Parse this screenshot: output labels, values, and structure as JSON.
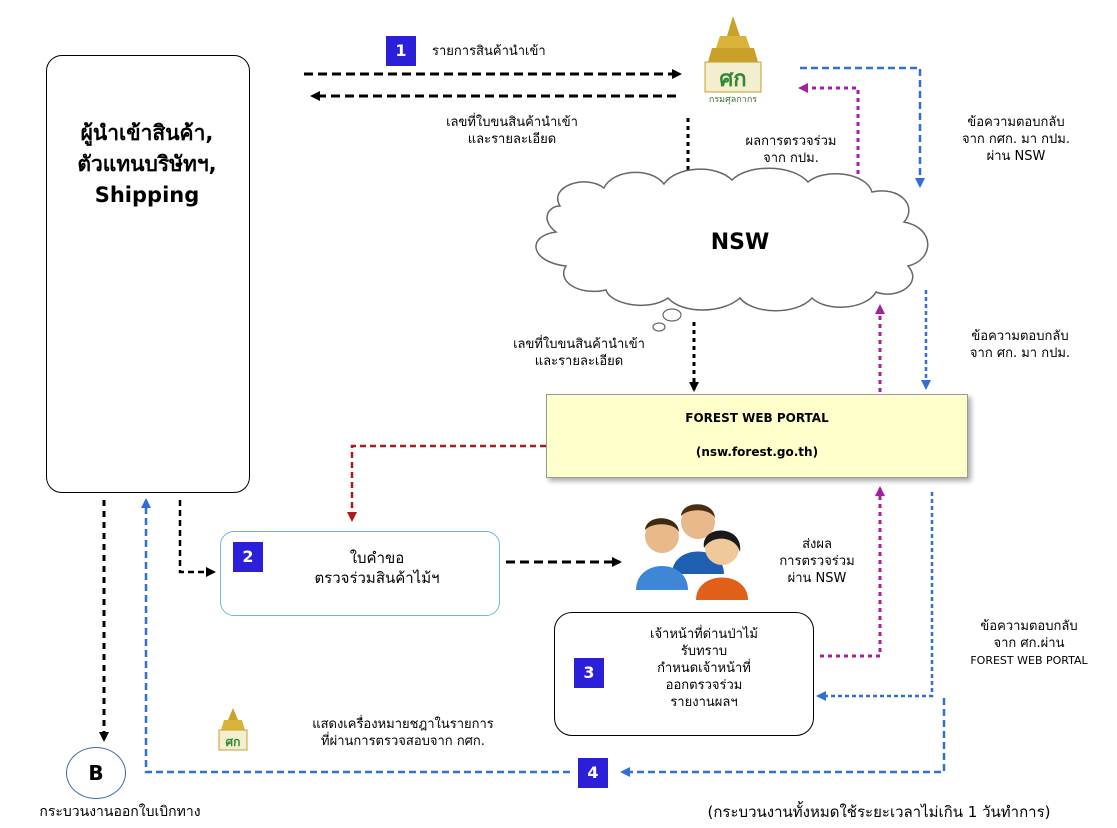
{
  "actor": {
    "title_lines": [
      "ผู้นำเข้าสินค้า,",
      "ตัวแทนบริษัทฯ,",
      "Shipping"
    ]
  },
  "customs": {
    "logo_text": "กรมศุลกากร"
  },
  "nsw": {
    "label": "NSW"
  },
  "portal": {
    "line1": "FOREST WEB PORTAL",
    "line2": "(nsw.forest.go.th)"
  },
  "steps": {
    "s1": {
      "number": "1",
      "label": "รายการสินค้านำเข้า"
    },
    "s2": {
      "number": "2",
      "line1": "ใบคำขอ",
      "line2": "ตรวจร่วมสินค้าไม้ฯ"
    },
    "s3": {
      "number": "3",
      "lines": [
        "เจ้าหน้าที่ด่านป่าไม้",
        "รับทราบ",
        "กำหนดเจ้าหน้าที่",
        "ออกตรวจร่วม",
        "รายงานผลฯ"
      ]
    },
    "s4": {
      "number": "4"
    }
  },
  "labels": {
    "waybill_top": [
      "เลขที่ใบขนสินค้านำเข้า",
      "และรายละเอียด"
    ],
    "joint_result": [
      "ผลการตรวจร่วม",
      "จาก กปม."
    ],
    "reply_customs": [
      "ข้อความตอบกลับ",
      "จาก กศก. มา กปม.",
      "ผ่าน NSW"
    ],
    "waybill_mid": [
      "เลขที่ใบขนสินค้านำเข้า",
      "และรายละเอียด"
    ],
    "reply_forest": [
      "ข้อความตอบกลับ",
      "จาก ศก. มา กปม."
    ],
    "send_result": [
      "ส่งผล",
      "การตรวจร่วม",
      "ผ่าน NSW"
    ],
    "reply_portal": [
      "ข้อความตอบกลับ",
      "จาก ศก.ผ่าน",
      "FOREST WEB PORTAL"
    ],
    "mark_display": [
      "แสดงเครื่องหมายชฎาในรายการ",
      "ที่ผ่านการตรวจสอบจาก กศก."
    ]
  },
  "endpoint": {
    "label": "B",
    "caption": "กระบวนงานออกใบเบิกทาง"
  },
  "footer": {
    "note": "(กระบวนงานทั้งหมดใช้ระยะเวลาไม่เกิน 1 วันทำการ)"
  },
  "colors": {
    "black_arrow": "#000000",
    "blue_arrow": "#2f6fd6",
    "purple_arrow": "#a020a0",
    "red_arrow": "#b01818",
    "badge": "#2b1fd8",
    "portal_fill": "#ffffcc"
  }
}
